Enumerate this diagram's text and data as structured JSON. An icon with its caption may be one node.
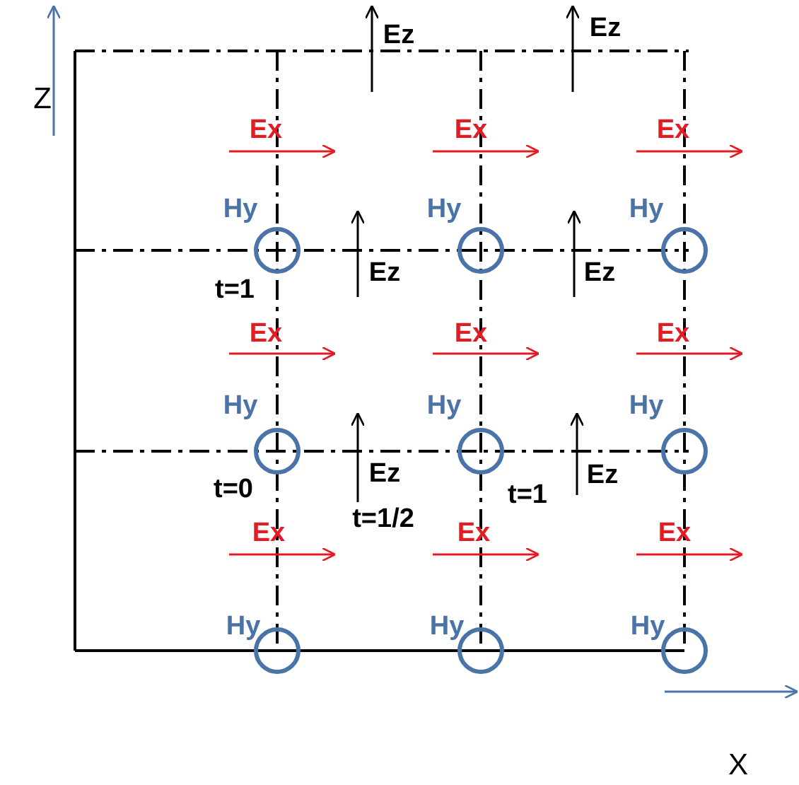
{
  "diagram": {
    "labels": [
      "Ez",
      "Ez",
      "Z",
      "Ex",
      "Ex",
      "Ex",
      "Hy",
      "Hy",
      "Hy",
      "Ez",
      "Ez",
      "t=1",
      "Ex",
      "Ex",
      "Ex",
      "Hy",
      "Hy",
      "Hy",
      "Ez",
      "Ez",
      "t=0",
      "t=1",
      "t=1/2",
      "Ex",
      "Ex",
      "Ex",
      "Hy",
      "Hy",
      "Hy",
      "X"
    ]
  }
}
